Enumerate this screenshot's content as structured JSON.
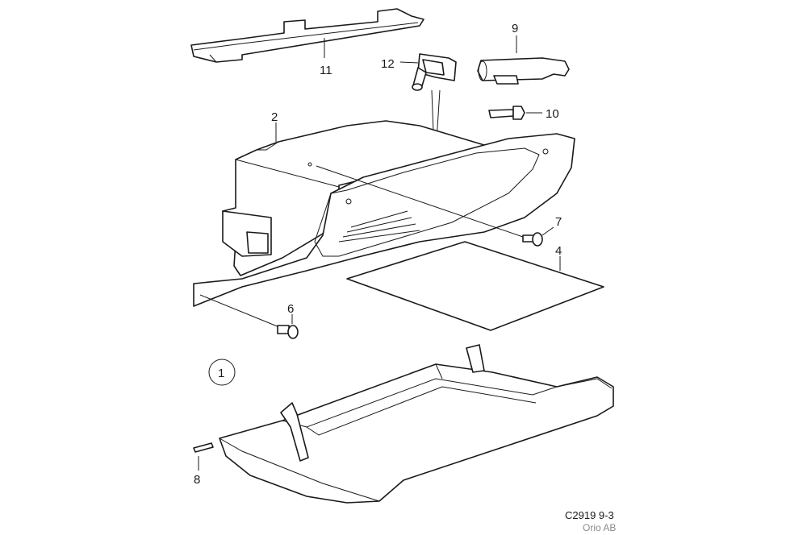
{
  "callouts": {
    "c1": "1",
    "c2": "2",
    "c4": "4",
    "c6": "6",
    "c7": "7",
    "c8": "8",
    "c9": "9",
    "c10": "10",
    "c11": "11",
    "c12": "12"
  },
  "footer": {
    "drawing_code": "C2919 9-3",
    "copyright": "Orio AB"
  }
}
